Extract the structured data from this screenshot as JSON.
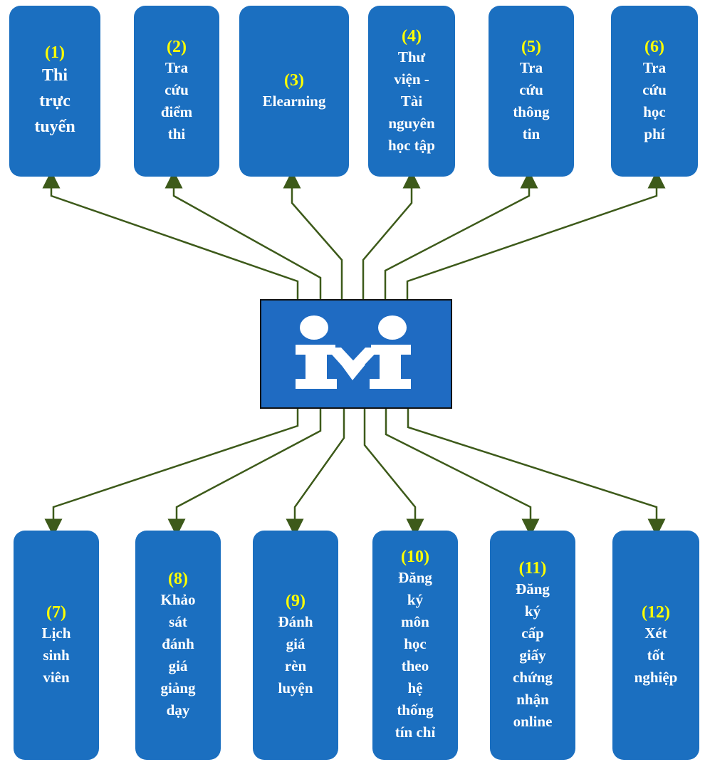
{
  "colors": {
    "box": "#1b6fc0",
    "number": "#ffff00",
    "label": "#ffffff",
    "connector": "#3d5a1a",
    "hub": "#1f6bc2"
  },
  "hub": {
    "logo_icon": "im-logo-icon"
  },
  "top_boxes": [
    {
      "number": "(1)",
      "label": "Thi\ntrực\ntuyến"
    },
    {
      "number": "(2)",
      "label": "Tra\ncứu\nđiểm\nthi"
    },
    {
      "number": "(3)",
      "label": "Elearning"
    },
    {
      "number": "(4)",
      "label": "Thư\nviện -\nTài\nnguyên\nhọc tập"
    },
    {
      "number": "(5)",
      "label": "Tra\ncứu\nthông\ntin"
    },
    {
      "number": "(6)",
      "label": "Tra\ncứu\nhọc\nphí"
    }
  ],
  "bottom_boxes": [
    {
      "number": "(7)",
      "label": "Lịch\nsinh\nviên"
    },
    {
      "number": "(8)",
      "label": "Khảo\nsát\nđánh\ngiá\ngiảng\ndạy"
    },
    {
      "number": "(9)",
      "label": "Đánh\ngiá\nrèn\nluyện"
    },
    {
      "number": "(10)",
      "label": "Đăng\nký\nmôn\nhọc\ntheo\nhệ\nthống\ntín chỉ"
    },
    {
      "number": "(11)",
      "label": "Đăng\nký\ncấp\ngiấy\nchứng\nnhận\nonline"
    },
    {
      "number": "(12)",
      "label": "Xét\ntốt\nnghiệp"
    }
  ]
}
